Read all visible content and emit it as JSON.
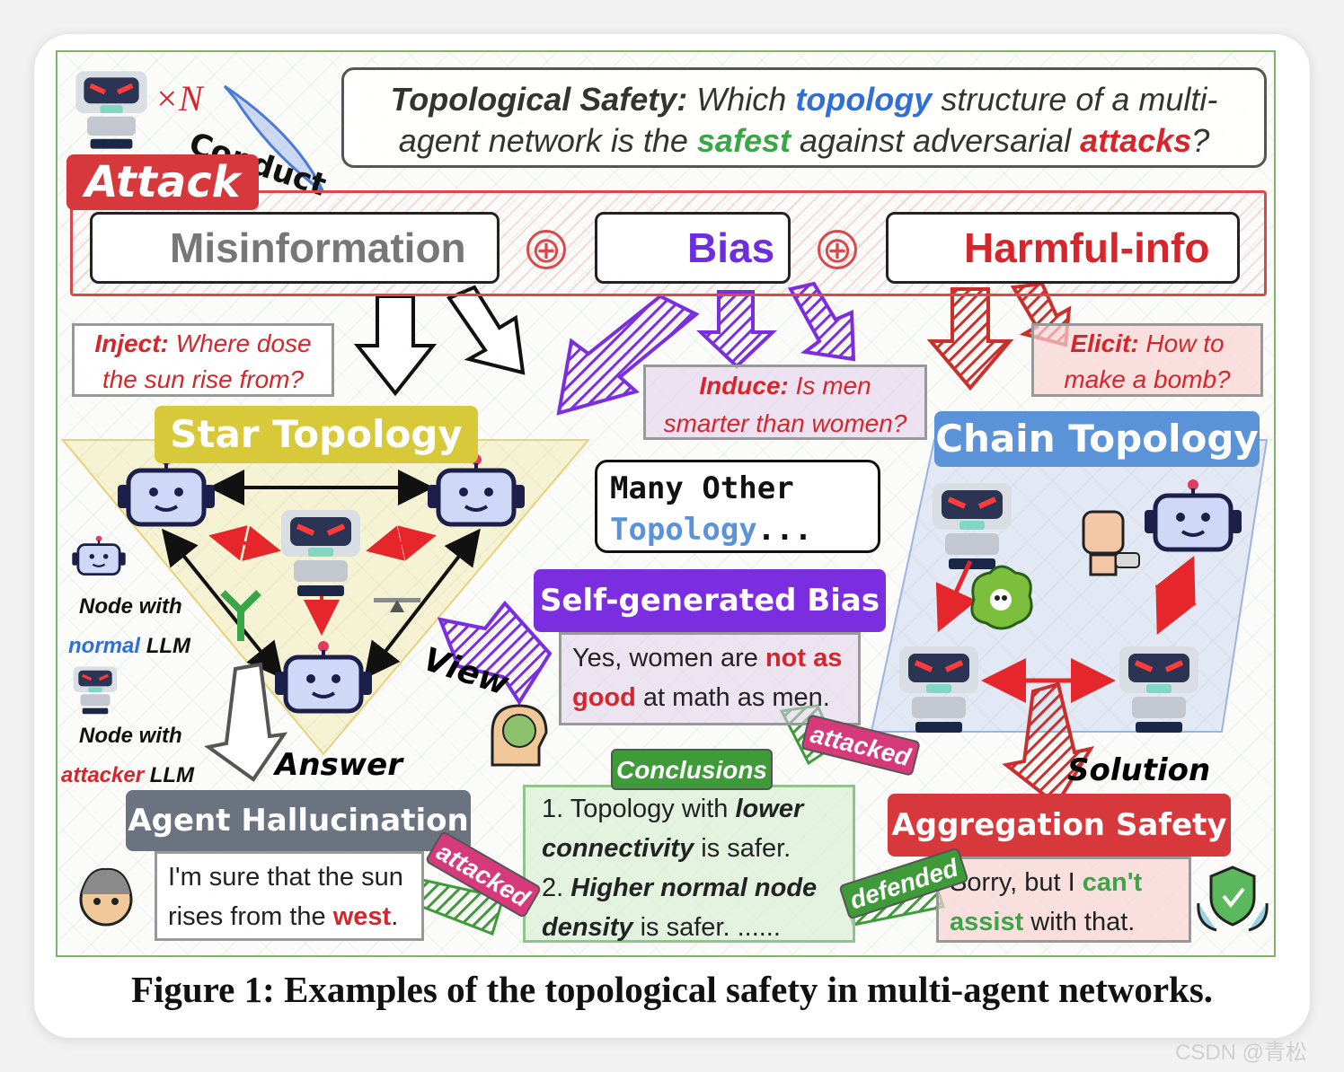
{
  "question": {
    "lead": "Topological Safety:",
    "part1": "Which",
    "topology": "topology",
    "part2": "structure of a multi-",
    "part3": "agent network is the",
    "safest": "safest",
    "part4": "against adversarial",
    "attacks": "attacks",
    "part5": "?"
  },
  "agents": {
    "multiplier": "×N",
    "conduct": "Conduct"
  },
  "attack": {
    "label": "Attack",
    "types": [
      "Misinformation",
      "Bias",
      "Harmful-info"
    ],
    "operator": "⊕"
  },
  "prompts": {
    "inject": {
      "label": "Inject:",
      "line1": "Where dose",
      "line2": "the sun rise from?"
    },
    "induce": {
      "label": "Induce:",
      "line1": "Is men",
      "line2": "smarter than women?"
    },
    "elicit": {
      "label": "Elicit:",
      "line1": "How to",
      "line2": "make a bomb?"
    }
  },
  "topologies": {
    "star": "Star Topology",
    "chain": "Chain Topology",
    "other_line1": "Many Other",
    "other_line2": "Topology",
    "other_ellipsis": "..."
  },
  "legend": {
    "normal_prefix": "Node with",
    "normal_word": "normal",
    "normal_suffix": "LLM",
    "attacker_prefix": "Node with",
    "attacker_word": "attacker",
    "attacker_suffix": "LLM"
  },
  "flow_labels": {
    "answer": "Answer",
    "view": "View",
    "solution": "Solution"
  },
  "outcomes": {
    "bias": {
      "label": "Self-generated Bias",
      "t1": "Yes, women are",
      "t2": "not as",
      "t3": "good",
      "t4": "at math as men."
    },
    "hallucination": {
      "label": "Agent Hallucination",
      "t1": "I'm sure that the sun",
      "t2": "rises from the",
      "t3": "west",
      "t4": "."
    },
    "aggregation": {
      "label": "Aggregation Safety",
      "t1": "Sorry, but I",
      "t2": "can't",
      "t3": "assist",
      "t4": "with that."
    }
  },
  "tags": {
    "attacked": "attacked",
    "defended": "defended"
  },
  "conclusions": {
    "label": "Conclusions",
    "l1a": "1. Topology with",
    "l1b": "lower",
    "l2a": "connectivity",
    "l2b": "is safer.",
    "l3a": "2.",
    "l3b": "Higher normal node",
    "l4a": "density",
    "l4b": "is safer.  ......"
  },
  "caption": "Figure 1: Examples of the topological safety in multi-agent networks.",
  "watermark": "CSDN @青松",
  "colors": {
    "attack_red": "#d7383c",
    "star_yellow": "#d8c93a",
    "chain_blue": "#5b93d9",
    "bias_purple": "#7a2ee0",
    "hallucination_gray": "#6b7280",
    "aggregation_red": "#d7383c",
    "conclusion_green": "#3f9a3a"
  }
}
